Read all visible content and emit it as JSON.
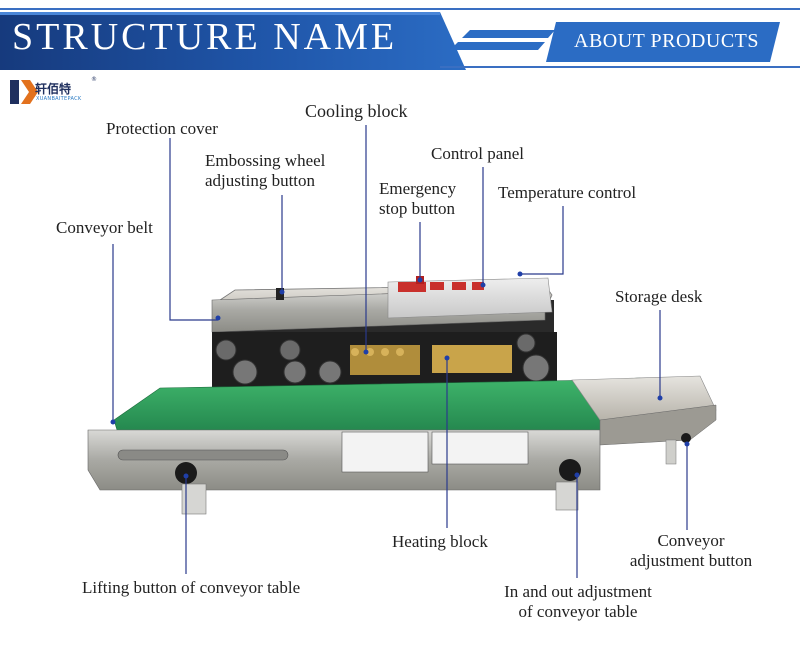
{
  "header": {
    "title": "STRUCTURE NAME",
    "subtitle": "ABOUT PRODUCTS"
  },
  "brand": {
    "name": "轩佰特",
    "sub": "XUANBAITEPACK",
    "reg": "®"
  },
  "labels": {
    "protection_cover": "Protection cover",
    "cooling_block": "Cooling block",
    "embossing_wheel_l1": "Embossing wheel",
    "embossing_wheel_l2": "adjusting button",
    "control_panel": "Control panel",
    "emergency_l1": "Emergency",
    "emergency_l2": "stop button",
    "temperature_control": "Temperature control",
    "conveyor_belt": "Conveyor belt",
    "storage_desk": "Storage desk",
    "heating_block": "Heating block",
    "conveyor_adjust_l1": "Conveyor",
    "conveyor_adjust_l2": "adjustment button",
    "lifting_button": "Lifting button of conveyor table",
    "in_out_l1": "In and out adjustment",
    "in_out_l2": "of conveyor table"
  },
  "colors": {
    "banner_blue": "#1d4fa0",
    "banner_dark": "#17306b",
    "leader_line": "#2a3a8c",
    "belt_green": "#2d9a56"
  }
}
